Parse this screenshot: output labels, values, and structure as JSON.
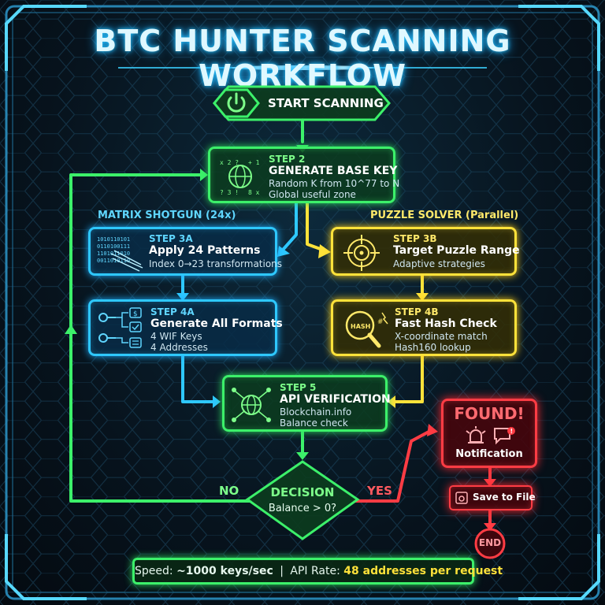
{
  "title": "BTC HUNTER SCANNING WORKFLOW",
  "colors": {
    "green": "#3cf06a",
    "cyan": "#2ec8ff",
    "yellow": "#ffe23a",
    "red": "#ff3c44"
  },
  "start": {
    "label": "START SCANNING",
    "icon": "power-icon"
  },
  "step2": {
    "step": "STEP 2",
    "title": "GENERATE BASE KEY",
    "lines": [
      "Random K from 10^77 to N",
      "Global useful zone"
    ],
    "icon": "globe-key-icon"
  },
  "branch_left": "MATRIX SHOTGUN (24x)",
  "branch_right": "PUZZLE SOLVER (Parallel)",
  "step3a": {
    "step": "STEP 3A",
    "title": "Apply 24 Patterns",
    "lines": [
      "Index 0→23 transformations"
    ],
    "icon": "matrix-code-icon"
  },
  "step3b": {
    "step": "STEP 3B",
    "title": "Target Puzzle Range",
    "lines": [
      "Adaptive strategies"
    ],
    "icon": "target-icon"
  },
  "step4a": {
    "step": "STEP 4A",
    "title": "Generate All Formats",
    "lines": [
      "4 WIF Keys",
      "4 Addresses"
    ],
    "icon": "key-format-icon"
  },
  "step4b": {
    "step": "STEP 4B",
    "title": "Fast Hash Check",
    "lines": [
      "X-coordinate match",
      "Hash160 lookup"
    ],
    "icon": "hash-magnifier-icon",
    "icon_text": "HASH"
  },
  "step5": {
    "step": "STEP 5",
    "title": "API VERIFICATION",
    "lines": [
      "Blockchain.info",
      "Balance check"
    ],
    "icon": "network-globe-icon"
  },
  "decision": {
    "title": "DECISION",
    "condition": "Balance > 0?"
  },
  "no_label": "NO",
  "yes_label": "YES",
  "found": {
    "title": "FOUND!",
    "subtitle": "Notification",
    "icons": [
      "alarm-icon",
      "chat-alert-icon"
    ]
  },
  "save": {
    "label": "Save to File",
    "icon": "disk-icon"
  },
  "end": {
    "label": "END"
  },
  "footer": {
    "speed_label": "Speed:",
    "speed_value": "~1000 keys/sec",
    "separator": "|",
    "api_label": "API Rate:",
    "api_value": "48 addresses per request"
  }
}
